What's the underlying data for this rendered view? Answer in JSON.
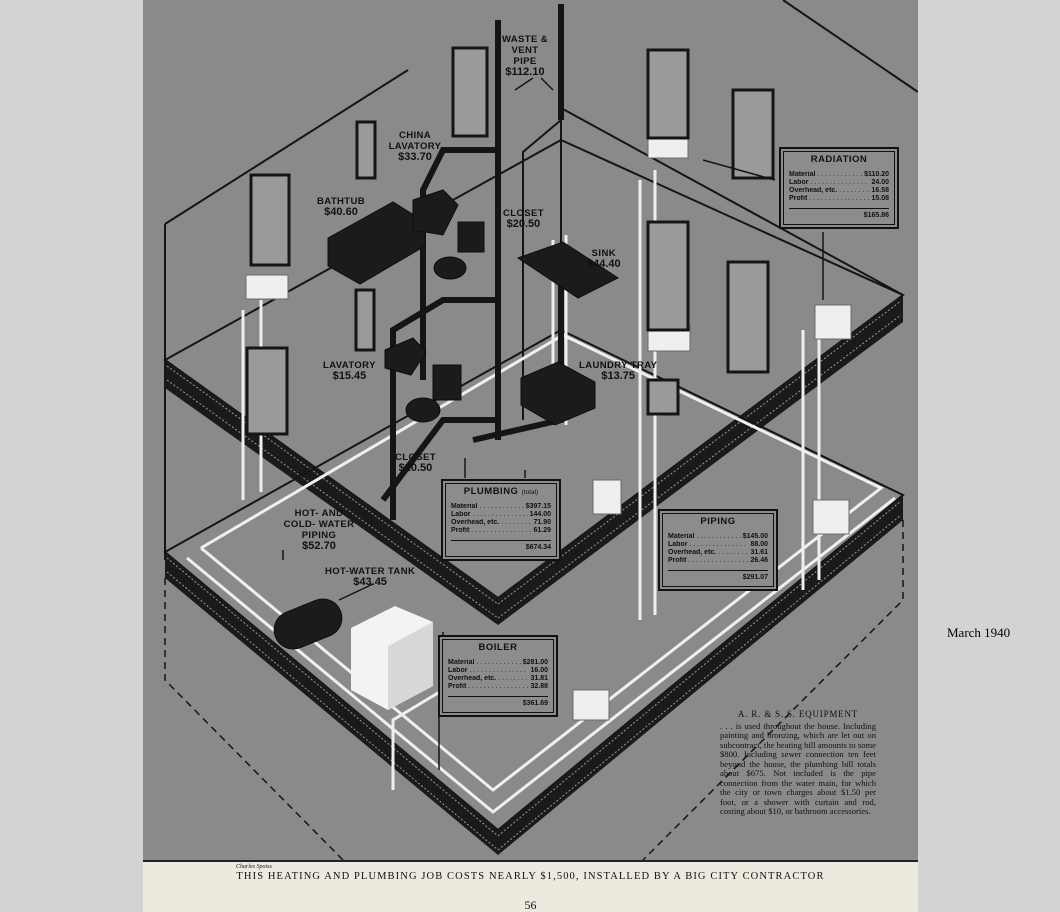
{
  "labels": {
    "waste_vent": {
      "name": "WASTE & VENT PIPE",
      "price": "$112.10"
    },
    "china_lavatory": {
      "name": "CHINA LAVATORY",
      "price": "$33.70"
    },
    "bathtub": {
      "name": "BATHTUB",
      "price": "$40.60"
    },
    "closet_upper": {
      "name": "CLOSET",
      "price": "$20.50"
    },
    "sink": {
      "name": "SINK",
      "price": "$44.40"
    },
    "lavatory": {
      "name": "LAVATORY",
      "price": "$15.45"
    },
    "laundry_tray": {
      "name": "LAUNDRY TRAY",
      "price": "$13.75"
    },
    "closet_lower": {
      "name": "CLOSET",
      "price": "$20.50"
    },
    "water_piping": {
      "name": "HOT- AND COLD- WATER PIPING",
      "price": "$52.70"
    },
    "hot_water_tank": {
      "name": "HOT-WATER TANK",
      "price": "$43.45"
    }
  },
  "boxes": {
    "radiation": {
      "title": "RADIATION",
      "rows": [
        {
          "k": "Material",
          "v": "$110.20"
        },
        {
          "k": "Labor",
          "v": "24.00"
        },
        {
          "k": "Overhead, etc.",
          "v": "16.58"
        },
        {
          "k": "Profit",
          "v": "15.08"
        }
      ],
      "total": "$165.86"
    },
    "plumbing": {
      "title": "PLUMBING",
      "subtitle": "(total)",
      "rows": [
        {
          "k": "Material",
          "v": "$397.15"
        },
        {
          "k": "Labor",
          "v": "144.00"
        },
        {
          "k": "Overhead, etc.",
          "v": "71.90"
        },
        {
          "k": "Profit",
          "v": "61.29"
        }
      ],
      "total": "$674.34"
    },
    "piping": {
      "title": "PIPING",
      "rows": [
        {
          "k": "Material",
          "v": "$145.00"
        },
        {
          "k": "Labor",
          "v": "88.00"
        },
        {
          "k": "Overhead, etc.",
          "v": "31.61"
        },
        {
          "k": "Profit",
          "v": "26.46"
        }
      ],
      "total": "$291.07"
    },
    "boiler": {
      "title": "BOILER",
      "rows": [
        {
          "k": "Material",
          "v": "$281.00"
        },
        {
          "k": "Labor",
          "v": "16.00"
        },
        {
          "k": "Overhead, etc.",
          "v": "31.81"
        },
        {
          "k": "Profit",
          "v": "32.88"
        }
      ],
      "total": "$361.69"
    }
  },
  "notes": {
    "heading": "A. R. & S. S. EQUIPMENT",
    "body": ". . . is used throughout the house. Including painting and bronzing, which are let out on subcontract, the heating bill amounts to some $800. Including sewer connection ten feet beyond the house, the plumbing bill totals about $675. Not included is the pipe connection from the water main, for which the city or town charges about $1.50 per foot, or a shower with curtain and rod, costing about $10, or bathroom accessories."
  },
  "credit": "Charles Spoiss",
  "caption": "THIS HEATING AND PLUMBING JOB COSTS NEARLY $1,500, INSTALLED BY A BIG CITY CONTRACTOR",
  "page_number": "56",
  "side_date": "March 1940",
  "colors": {
    "background": "#d3d3d3",
    "artwork": "#8a8a8a",
    "ink": "#111111",
    "pipe_white": "#efefef",
    "paper": "#ece9df"
  }
}
